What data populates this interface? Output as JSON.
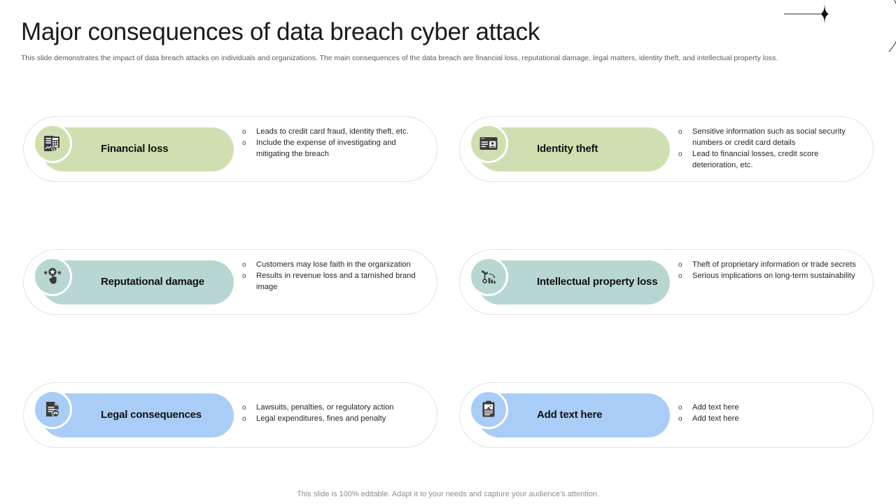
{
  "slide": {
    "title": "Major consequences of data breach cyber attack",
    "subtitle": "This slide demonstrates the impact of data breach attacks on individuals and organizations. The main consequences of the data breach are financial loss, reputational damage, legal matters, identity theft,  and intellectual property loss.",
    "footer": "This slide is 100% editable. Adapt it to your needs and capture your audience's attention."
  },
  "palette": {
    "green": "#cfdfb1",
    "teal": "#b8d7d3",
    "blue": "#a9cdf6",
    "card_border": "#e2e2e2",
    "text_dark": "#111111",
    "text_body": "#262626",
    "subtitle": "#5b5b5b",
    "footer": "#8d8d8d"
  },
  "cards": [
    {
      "id": "financial-loss",
      "heading": "Financial loss",
      "icon": "invoice-calculator-icon",
      "color": "#cfdfb1",
      "bullets": [
        "Leads to credit card fraud, identity theft, etc.",
        "Include the expense of investigating and mitigating the breach"
      ]
    },
    {
      "id": "identity-theft",
      "heading": "Identity theft",
      "icon": "id-card-browser-icon",
      "color": "#cfdfb1",
      "bullets": [
        "Sensitive information  such as social security numbers  or credit card details",
        "Lead to financial losses, credit score deterioration,  etc."
      ]
    },
    {
      "id": "reputational-damage",
      "heading": "Reputational damage",
      "icon": "star-rating-hand-icon",
      "color": "#b8d7d3",
      "bullets": [
        "Customers  may lose faith in the organization",
        "Results in revenue  loss and a tarnished brand image"
      ]
    },
    {
      "id": "intellectual-property-loss",
      "heading": "Intellectual property loss",
      "icon": "seedling-declining-chart-icon",
      "color": "#b8d7d3",
      "bullets": [
        "Theft  of proprietary  information  or  trade secrets",
        "Serious  implications on long-term sustainability"
      ]
    },
    {
      "id": "legal-consequences",
      "heading": "Legal consequences",
      "icon": "legal-document-stamp-icon",
      "color": "#a9cdf6",
      "bullets": [
        "Lawsuits, penalties, or regulatory action",
        "Legal expenditures, fines and penalty"
      ]
    },
    {
      "id": "add-text-here",
      "heading": "Add text here",
      "icon": "clipboard-icon",
      "color": "#a9cdf6",
      "bullets": [
        "Add text here",
        "Add text here"
      ]
    }
  ],
  "decoration": {
    "name": "sparkle-arc-decoration"
  },
  "bullet_marker": "o"
}
